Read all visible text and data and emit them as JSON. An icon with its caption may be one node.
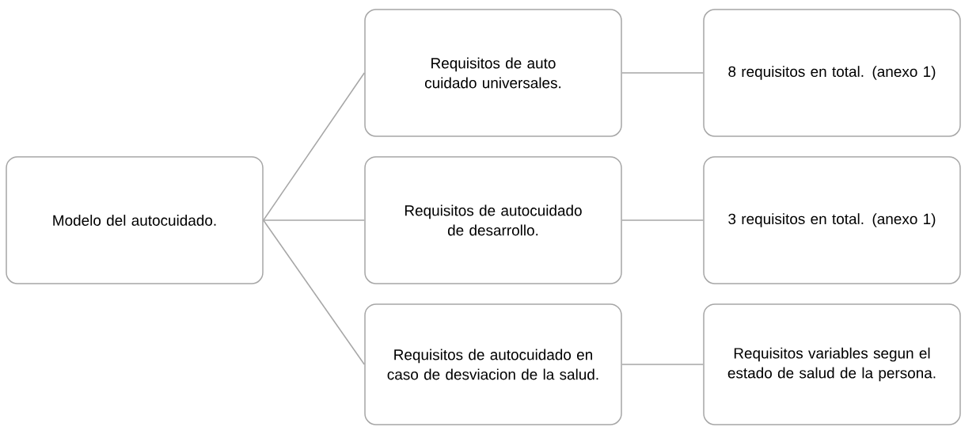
{
  "diagram": {
    "nodes": [
      {
        "text": [
          "Modelo del autocuidado."
        ]
      },
      {
        "text": [
          "Requisitos de auto cuidado universales."
        ]
      },
      {
        "text": [
          "Requisitos de autocuidado de desarrollo."
        ]
      },
      {
        "text": [
          "Requisitos de autocuidado en caso de desviacion de la salud."
        ]
      },
      {
        "text": [
          "8 requisitos en total. (anexo 1)"
        ]
      },
      {
        "text": [
          "3 requisitos en total. (anexo 1)"
        ]
      },
      {
        "text": [
          "Requisitos variables segun el estado de salud de la persona."
        ]
      }
    ],
    "edges": [
      {
        "from": 0,
        "to": 1,
        "arrow": "none"
      },
      {
        "from": 0,
        "to": 2,
        "arrow": "none"
      },
      {
        "from": 0,
        "to": 3,
        "arrow": "none"
      },
      {
        "from": 1,
        "to": 4,
        "arrow": "none"
      },
      {
        "from": 2,
        "to": 5,
        "arrow": "none"
      },
      {
        "from": 3,
        "to": 6,
        "arrow": "none"
      }
    ]
  }
}
